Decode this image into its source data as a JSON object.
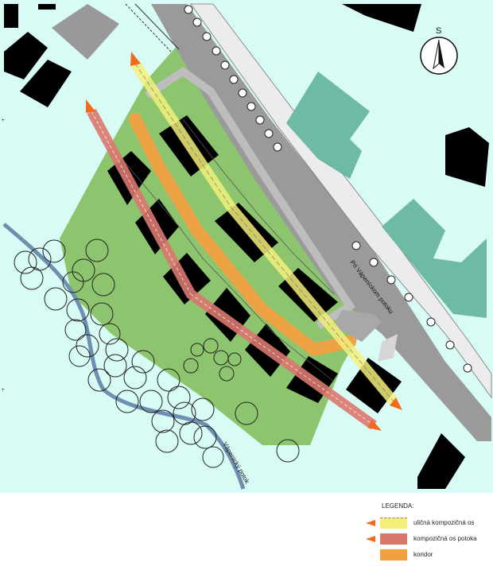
{
  "map": {
    "street_label": "Pri Vápeníckom potoku",
    "stream_label": "Vápenický potok",
    "compass_label": "S"
  },
  "legend": {
    "title": "LEGENDA:",
    "items": [
      {
        "label": "uličná kompozičná os",
        "color": "#f3f07a",
        "arrow_color": "#f26b1d"
      },
      {
        "label": "kompozičná os potoka",
        "color": "#d9776f",
        "arrow_color": "#f26b1d"
      },
      {
        "label": "koridor",
        "color": "#f2a141",
        "arrow_color": ""
      }
    ]
  },
  "colors": {
    "background": "#d9fbf5",
    "green_area": "#8dc56f",
    "road": "#9a9a9a",
    "building": "#000000",
    "existing_building": "#6fbaa4",
    "stream": "#6f8fb0"
  }
}
